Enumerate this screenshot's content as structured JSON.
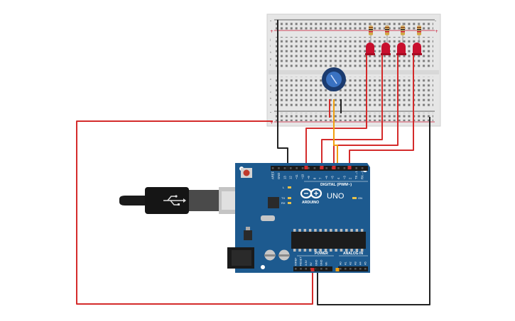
{
  "arduino": {
    "board_name": "ARDUINO",
    "model": "UNO",
    "digital_header_label": "DIGITAL (PWM~)",
    "power_label": "POWER",
    "analog_label": "ANALOG IN",
    "on_label": "ON",
    "led_labels": [
      "L",
      "TX",
      "RX"
    ],
    "digital_pins": [
      "AREF",
      "GND",
      "13",
      "12",
      "~11",
      "~10",
      "~9",
      "8",
      "7",
      "~6",
      "~5",
      "4",
      "~3",
      "2",
      "TX→1",
      "RX←0"
    ],
    "power_pins": [
      "IOREF",
      "RESET",
      "3.3V",
      "5V",
      "GND",
      "GND",
      "Vin"
    ],
    "analog_pins": [
      "A0",
      "A1",
      "A2",
      "A3",
      "A4",
      "A5"
    ]
  },
  "breadboard": {
    "rail_signs": [
      "+",
      "-"
    ],
    "row_letters_top": [
      "j",
      "i",
      "h",
      "g",
      "f"
    ],
    "row_letters_bottom": [
      "e",
      "d",
      "c",
      "b",
      "a"
    ],
    "column_count": 30
  },
  "leds": {
    "count": 4,
    "color": "#c8102e"
  },
  "wire_colors": {
    "red": "#d42b2b",
    "black": "#222222",
    "orange": "#f0a010"
  }
}
